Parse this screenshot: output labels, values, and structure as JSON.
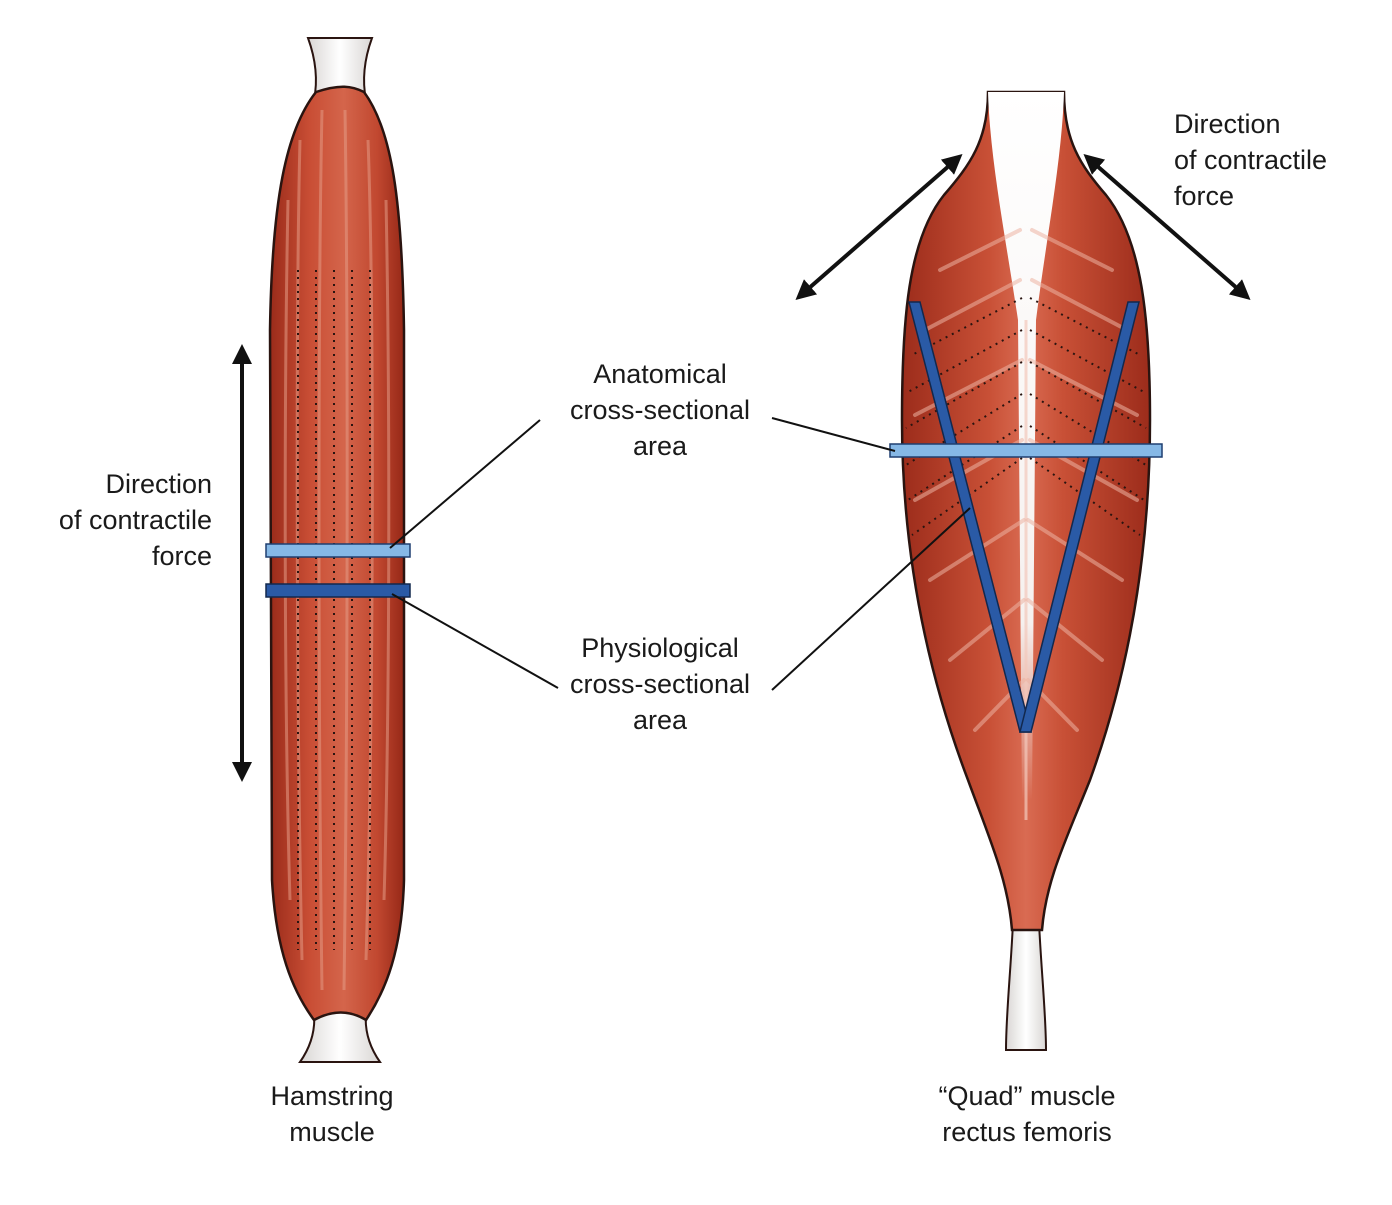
{
  "labels": {
    "left_direction": [
      "Direction",
      "of contractile",
      "force"
    ],
    "right_direction": [
      "Direction",
      "of contractile",
      "force"
    ],
    "anatomical": [
      "Anatomical",
      "cross-sectional",
      "area"
    ],
    "physiological": [
      "Physiological",
      "cross-sectional",
      "area"
    ],
    "hamstring": [
      "Hamstring",
      "muscle"
    ],
    "quad": [
      "“Quad” muscle",
      "rectus femoris"
    ]
  },
  "colors": {
    "muscle_dark": "#a8321f",
    "muscle_mid": "#c44a32",
    "muscle_light": "#de8e78",
    "tendon": "#f1efee",
    "anatomical_bar": "#86b8e6",
    "physiological_bar": "#2a5aa6",
    "outline": "#2a1410",
    "arrow": "#111111"
  },
  "icons": {
    "double_arrow": "double-headed-arrow-icon"
  }
}
